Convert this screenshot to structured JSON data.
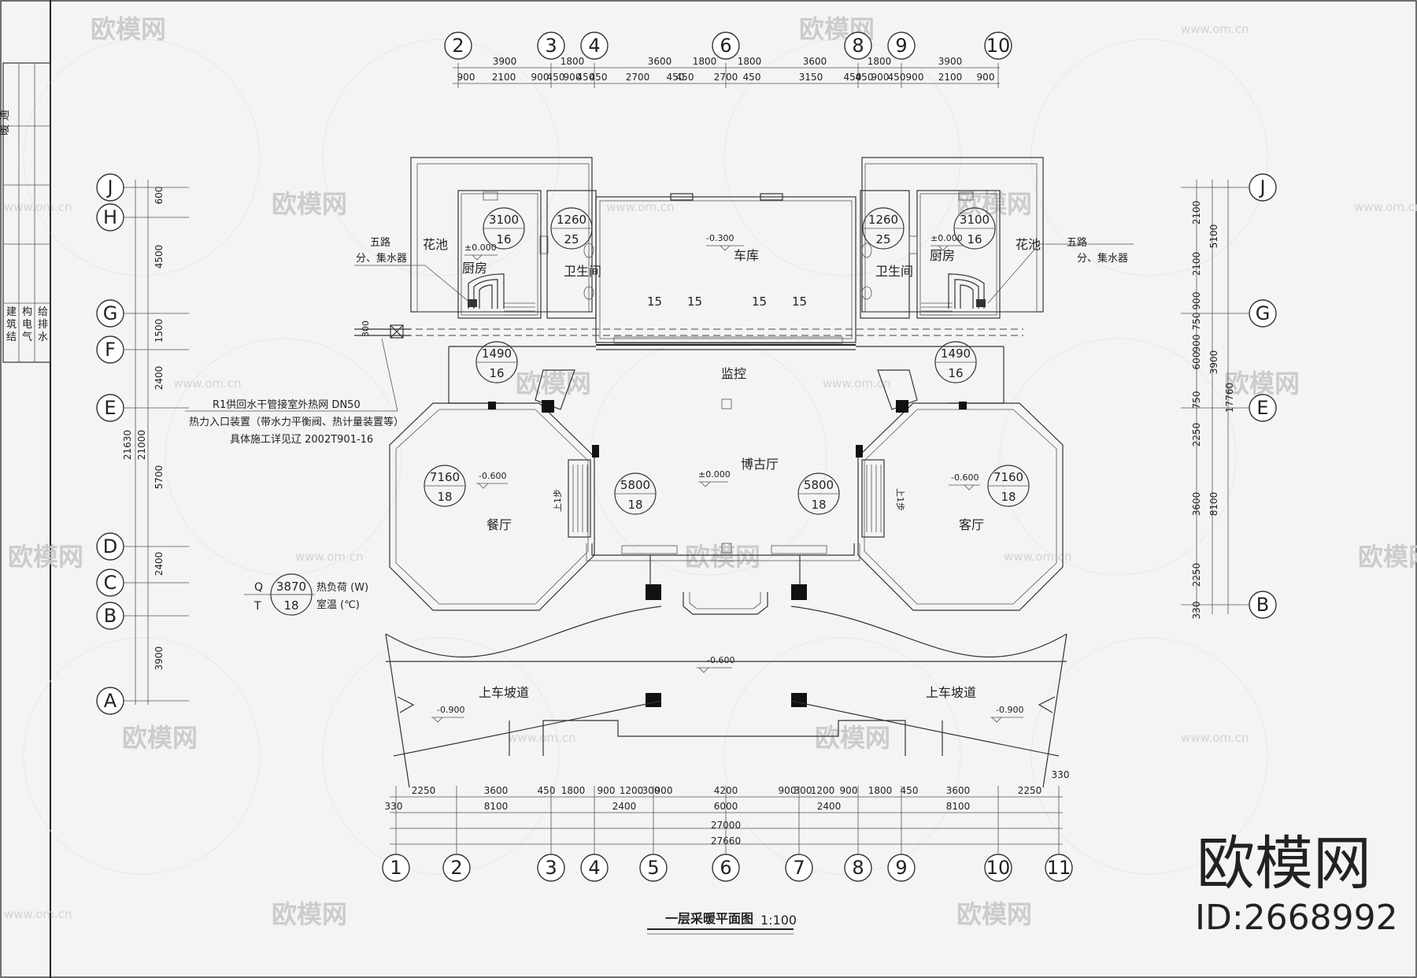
{
  "title_block": {
    "discipline_top": "暖 通",
    "disciplines": [
      "建",
      "筑",
      "结",
      "构",
      "电",
      "气",
      "给",
      "排",
      "水"
    ]
  },
  "axes_top": [
    "2",
    "3",
    "4",
    "6",
    "8",
    "9",
    "10"
  ],
  "axes_bottom": [
    "1",
    "2",
    "3",
    "4",
    "5",
    "6",
    "7",
    "8",
    "9",
    "10",
    "11"
  ],
  "axes_left": [
    "J",
    "H",
    "G",
    "F",
    "E",
    "D",
    "C",
    "B",
    "A"
  ],
  "axes_right": [
    "J",
    "G",
    "E",
    "B"
  ],
  "dims_top_row1": [
    "3900",
    "1800",
    "3600",
    "1800",
    "1800",
    "3600",
    "1800",
    "3900"
  ],
  "dims_top_row2": [
    "900",
    "2100",
    "900",
    "450",
    "900",
    "450",
    "450",
    "2700",
    "450",
    "450",
    "2700",
    "450",
    "3150",
    "450",
    "450",
    "900",
    "450",
    "900",
    "2100",
    "900"
  ],
  "dims_bottom_row1": [
    "2250",
    "3600",
    "450",
    "1800",
    "900",
    "1200",
    "300",
    "900",
    "4200",
    "900",
    "300",
    "1200",
    "900",
    "1800",
    "450",
    "3600",
    "2250",
    "330"
  ],
  "dims_bottom_row2": [
    "330",
    "8100",
    "2400",
    "6000",
    "2400",
    "8100"
  ],
  "dims_bottom_total1": "27000",
  "dims_bottom_total2": "27660",
  "dims_left": [
    "600",
    "4500",
    "1500",
    "2400",
    "5700",
    "2400",
    "3900"
  ],
  "dims_left_totals": [
    "21630",
    "21000"
  ],
  "dims_right": [
    "2100",
    "2100",
    "900",
    "750",
    "900",
    "600",
    "750",
    "2250",
    "3600",
    "2250",
    "330"
  ],
  "dims_right_totals": [
    "5100",
    "3900",
    "8100",
    "17760"
  ],
  "rooms": {
    "garage": "车库",
    "kitchen_l": "厨房",
    "kitchen_r": "厨房",
    "bath_l": "卫生间",
    "bath_r": "卫生间",
    "flower_l": "花池",
    "flower_r": "花池",
    "monitor": "监控",
    "hall": "博古厅",
    "dining": "餐厅",
    "living": "客厅",
    "ramp_l": "上车坡道",
    "ramp_r": "上车坡道"
  },
  "levels": {
    "garage": "-0.300",
    "kitchen_l": "±0.000",
    "kitchen_r": "±0.000",
    "hall": "±0.000",
    "dining": "-0.600",
    "living": "-0.600",
    "drive": "-0.600",
    "ramp_l": "-0.900",
    "ramp_r": "-0.900"
  },
  "heat_loads": {
    "kitchen_l": {
      "q": "3100",
      "t": "16"
    },
    "kitchen_r": {
      "q": "3100",
      "t": "16"
    },
    "bath_l": {
      "q": "1260",
      "t": "25"
    },
    "bath_r": {
      "q": "1260",
      "t": "25"
    },
    "stair_l": {
      "q": "1490",
      "t": "16"
    },
    "stair_r": {
      "q": "1490",
      "t": "16"
    },
    "dining": {
      "q": "7160",
      "t": "18"
    },
    "living": {
      "q": "7160",
      "t": "18"
    },
    "hall_l": {
      "q": "5800",
      "t": "18"
    },
    "hall_r": {
      "q": "5800",
      "t": "18"
    }
  },
  "garage_loops": [
    "15",
    "15",
    "15",
    "15"
  ],
  "notes": {
    "manifold_l": [
      "五路",
      "分、集水器"
    ],
    "manifold_r": [
      "五路",
      "分、集水器"
    ],
    "pipe_size": "300",
    "supply": [
      "R1供回水干管接室外热网  DN50",
      "热力入口装置（带水力平衡阀、热计量装置等）",
      "具体施工详见辽 2002T901-16"
    ],
    "step_l": "上1步",
    "step_r": "上1步"
  },
  "legend": {
    "q_label": "Q",
    "t_label": "T",
    "q": "3870",
    "t": "18",
    "q_desc": "热负荷 (W)",
    "t_desc": "室温 (℃)"
  },
  "drawing_title": "一层采暖平面图",
  "scale": "1:100",
  "brand": {
    "logo": "欧模网",
    "id": "ID:2668992",
    "watermark": "欧模网",
    "url": "www.om.cn"
  }
}
